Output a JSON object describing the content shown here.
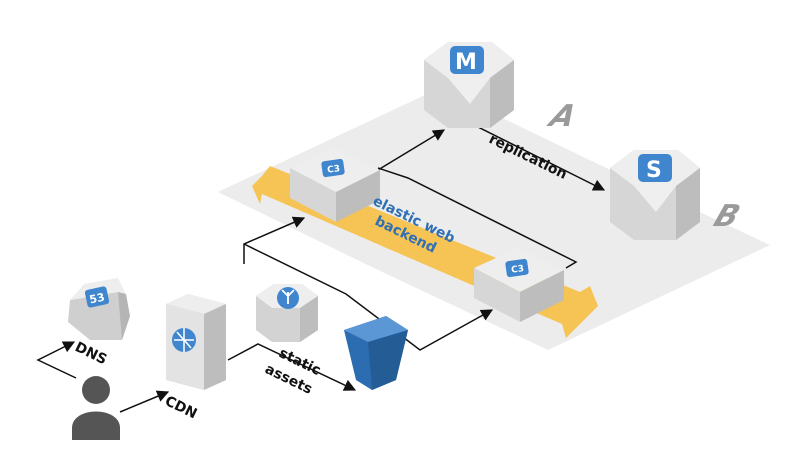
{
  "diagram": {
    "zones": {
      "a_label": "A",
      "b_label": "B"
    },
    "nodes": {
      "dns": {
        "badge": "53"
      },
      "master": {
        "badge": "M"
      },
      "slave": {
        "badge": "S"
      }
    },
    "labels": {
      "dns": "DNS",
      "cdn": "CDN",
      "static_assets_line1": "static",
      "static_assets_line2": "assets",
      "replication": "replication",
      "elastic_line1": "elastic web",
      "elastic_line2": "backend"
    },
    "colors": {
      "zone": "#e8e8e8",
      "box_top": "#eeeeee",
      "box_left": "#d6d6d6",
      "box_right": "#bdbdbd",
      "badge": "#3f86cf",
      "arrow_band": "#f7bf45",
      "bucket": "#2c6db1",
      "user": "#555555",
      "line": "#111111"
    }
  }
}
